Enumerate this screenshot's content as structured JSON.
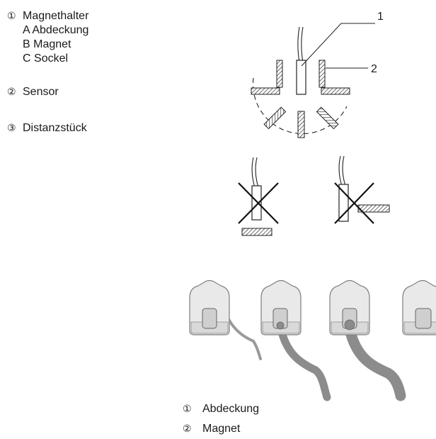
{
  "legend": {
    "items": [
      {
        "num": "①",
        "label": "Magnethalter",
        "sub": [
          {
            "letter": "A",
            "label": "Abdeckung"
          },
          {
            "letter": "B",
            "label": "Magnet"
          },
          {
            "letter": "C",
            "label": "Sockel"
          }
        ]
      },
      {
        "num": "②",
        "label": "Sensor"
      },
      {
        "num": "③",
        "label": "Distanzstück"
      }
    ]
  },
  "diagram": {
    "callouts": {
      "one": "1",
      "two": "2"
    }
  },
  "caption": {
    "items": [
      {
        "num": "①",
        "label": "Abdeckung"
      },
      {
        "num": "②",
        "label": "Magnet"
      }
    ]
  }
}
